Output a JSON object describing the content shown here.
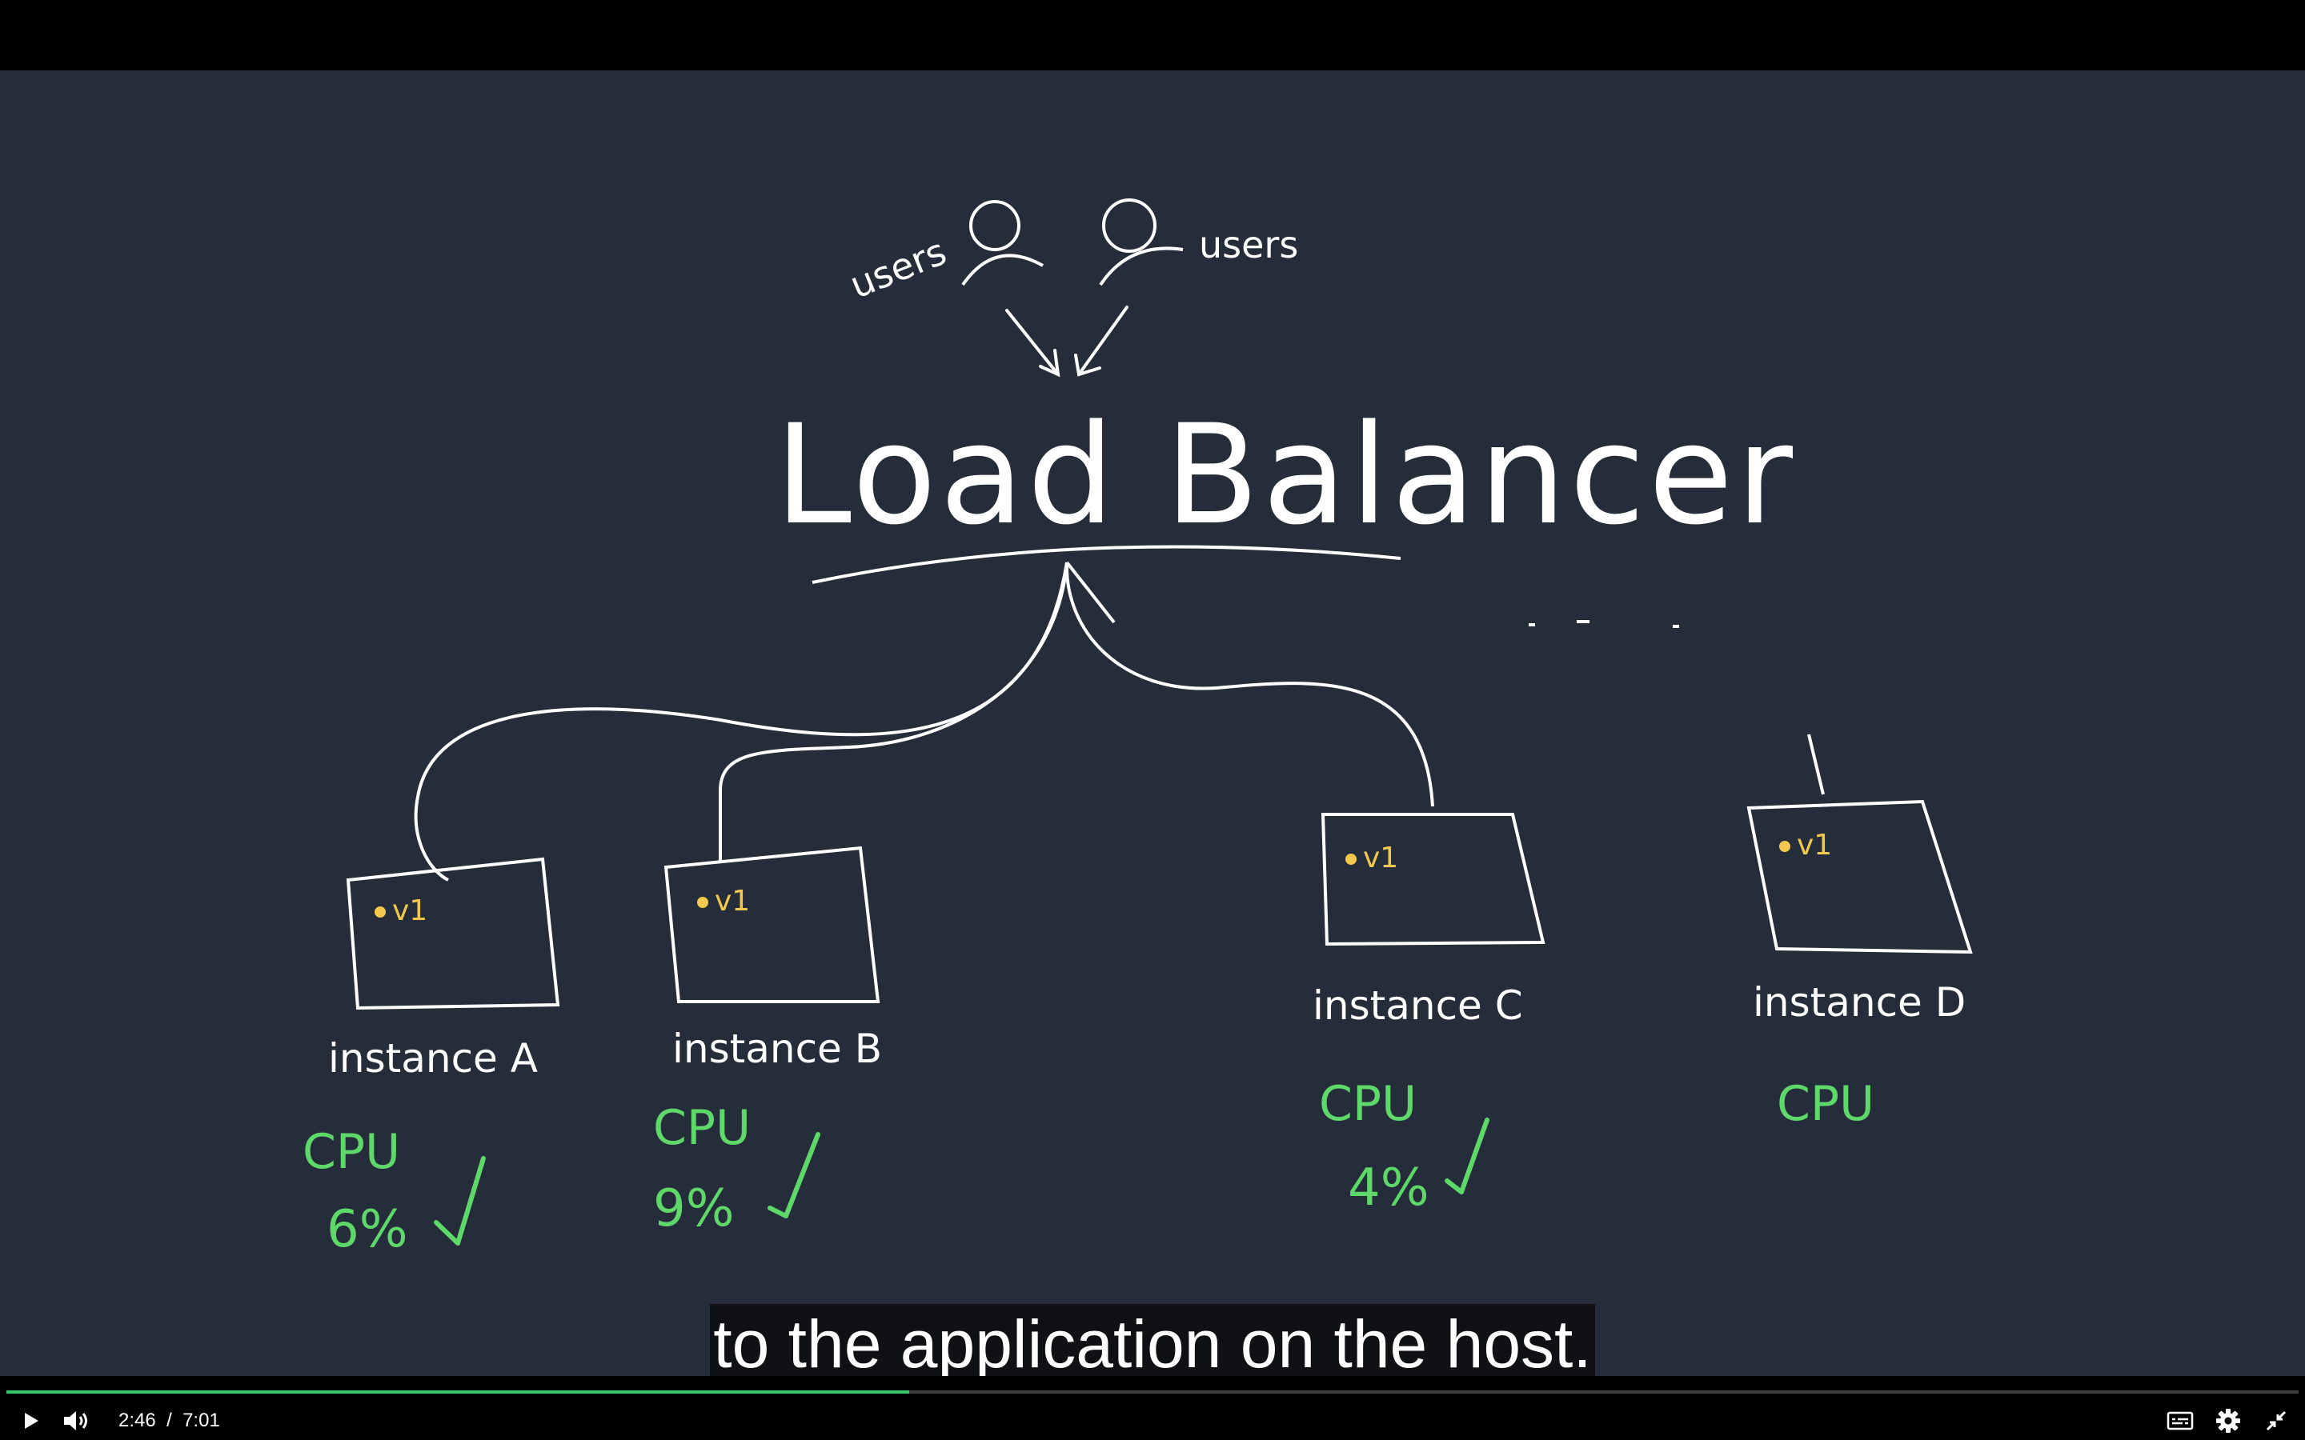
{
  "diagram": {
    "users_left": "users",
    "users_right": "users",
    "title": "Load Balancer",
    "instances": [
      {
        "label": "instance A",
        "version": "v1",
        "cpu_label": "CPU",
        "cpu_value": "6%"
      },
      {
        "label": "instance B",
        "version": "v1",
        "cpu_label": "CPU",
        "cpu_value": "9%"
      },
      {
        "label": "instance C",
        "version": "v1",
        "cpu_label": "CPU",
        "cpu_value": "4%"
      },
      {
        "label": "instance D",
        "version": "v1",
        "cpu_label": "CPU",
        "cpu_value": ""
      }
    ]
  },
  "caption": "to the application on the host.",
  "player": {
    "current_time": "2:46",
    "separator": "/",
    "duration": "7:01",
    "progress_fraction": 0.394,
    "accent_color": "#3ac66a",
    "icons": [
      "play-icon",
      "volume-icon",
      "captions-icon",
      "gear-icon",
      "exit-fullscreen-icon"
    ]
  },
  "colors": {
    "board": "#252d3a",
    "chalk": "#ffffff",
    "cpu_green": "#5fd86a",
    "version_yellow": "#f2c94c"
  }
}
